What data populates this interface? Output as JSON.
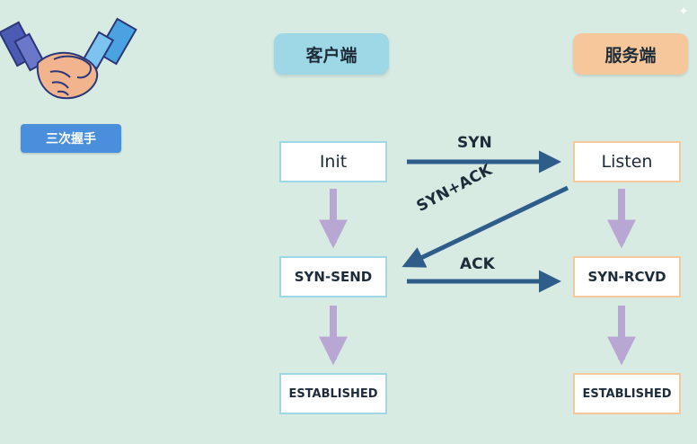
{
  "badge": {
    "label": "三次握手"
  },
  "client": {
    "header": "客户端",
    "states": [
      "Init",
      "SYN-SEND",
      "ESTABLISHED"
    ]
  },
  "server": {
    "header": "服务端",
    "states": [
      "Listen",
      "SYN-RCVD",
      "ESTABLISHED"
    ]
  },
  "messages": {
    "syn": "SYN",
    "syn_ack": "SYN+ACK",
    "ack": "ACK"
  },
  "colors": {
    "background": "#d7ebe2",
    "client_accent": "#9ed7e6",
    "server_accent": "#f6c79a",
    "message_arrow": "#2f5d8a",
    "state_arrow": "#b9a7d3",
    "badge": "#4a8fdb"
  },
  "icons": {
    "handshake": "handshake-icon"
  }
}
